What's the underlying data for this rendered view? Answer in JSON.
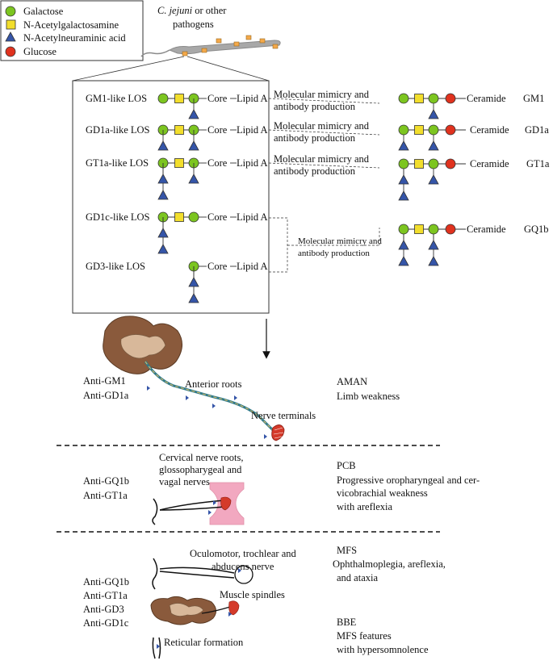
{
  "legend": {
    "items": [
      {
        "label": "Galactose",
        "shape": "circle",
        "color": "#7cc520"
      },
      {
        "label": "N-Acetylgalactosamine",
        "shape": "square",
        "color": "#f2de2c"
      },
      {
        "label": "N-Acetylneuraminic acid",
        "shape": "triangle",
        "color": "#3555a8"
      },
      {
        "label": "Glucose",
        "shape": "circle",
        "color": "#e0321e"
      }
    ]
  },
  "pathogen": {
    "line1_italic": "C. jejuni",
    "line1_rest": " or other",
    "line2": "pathogens"
  },
  "los": {
    "labels": [
      "GM1-like LOS",
      "GD1a-like LOS",
      "GT1a-like LOS",
      "GD1c-like LOS",
      "GD3-like LOS"
    ],
    "core": "Core",
    "lipid": "Lipid A"
  },
  "mimicry": {
    "line1": "Molecular mimicry and",
    "line2": "antibody production"
  },
  "gangliosides": {
    "ceramide": "Ceramide",
    "names": [
      "GM1",
      "GD1a",
      "GT1a",
      "GQ1b"
    ]
  },
  "section1": {
    "antibodies": [
      "Anti-GM1",
      "Anti-GD1a"
    ],
    "label_roots": "Anterior roots",
    "label_terminals": "Nerve terminals",
    "syndrome": "AMAN",
    "desc": [
      "Limb weakness"
    ]
  },
  "section2": {
    "antibodies": [
      "Anti-GQ1b",
      "Anti-GT1a"
    ],
    "nerve_label": [
      "Cervical nerve roots,",
      "glossopharygeal and",
      "vagal nerves"
    ],
    "syndrome": "PCB",
    "desc": [
      "Progressive oropharyngeal and cer-",
      "vicobrachial weakness",
      "with areflexia"
    ]
  },
  "section3": {
    "antibodies": [
      "Anti-GQ1b",
      "Anti-GT1a",
      "Anti-GD3",
      "Anti-GD1c"
    ],
    "nerve_label": [
      "Oculomotor, trochlear and",
      "abducens nerve"
    ],
    "label_spindles": "Muscle spindles",
    "label_reticular": "Reticular formation",
    "syndrome_mfs": "MFS",
    "desc_mfs": [
      "Ophthalmoplegia, areflexia,",
      "and ataxia"
    ],
    "syndrome_bbe": "BBE",
    "desc_bbe": [
      "MFS features",
      "with hypersomnolence"
    ]
  }
}
